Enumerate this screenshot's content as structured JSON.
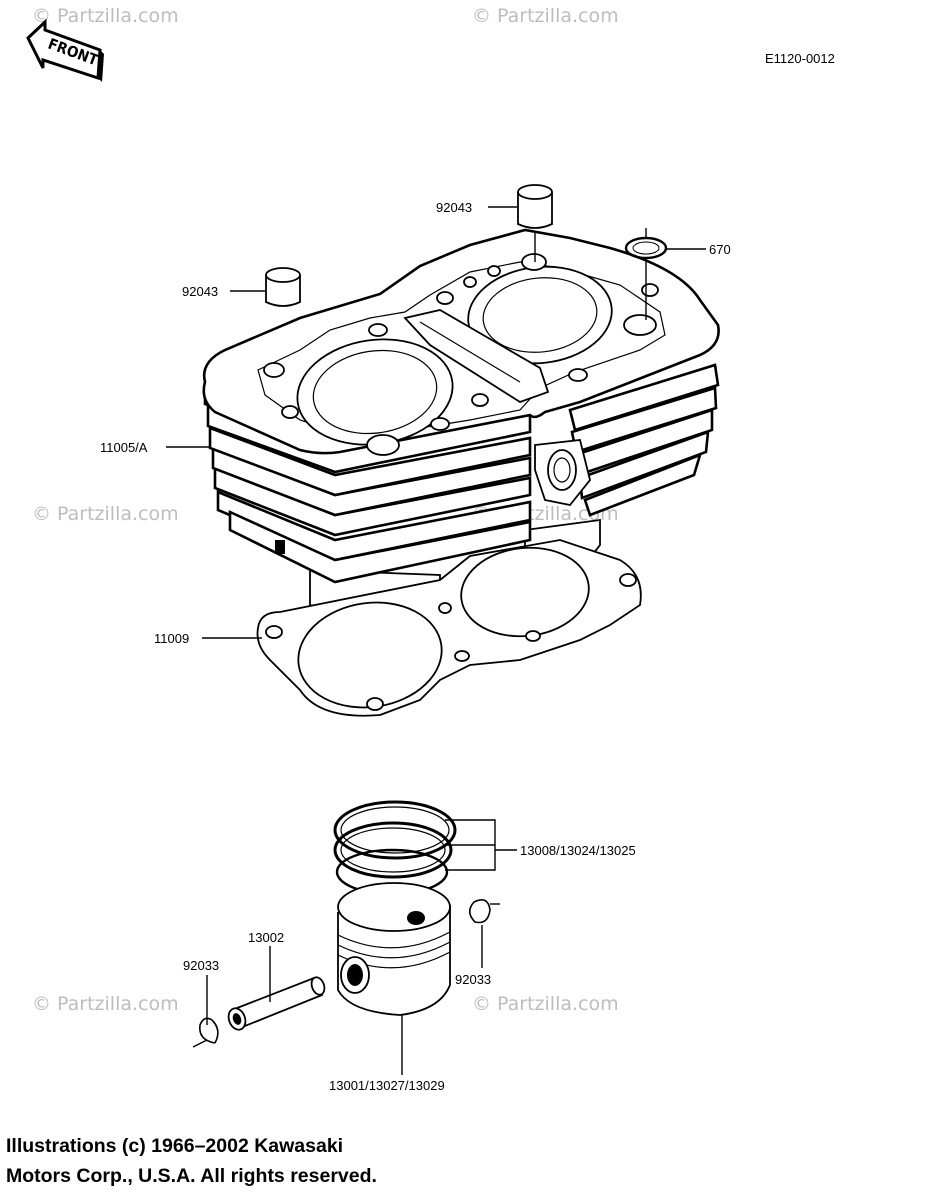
{
  "diagram": {
    "front_label": "FRONT",
    "figure_code": "E1120-0012",
    "watermark": "© Partzilla.com",
    "callouts": {
      "dowel_top": "92043",
      "dowel_left": "92043",
      "oring": "670",
      "cylinder": "11005/A",
      "base_gasket": "11009",
      "rings": "13008/13024/13025",
      "pin": "13002",
      "clip_left": "92033",
      "clip_right": "92033",
      "piston": "13001/13027/13029"
    }
  },
  "copyright": {
    "line1": "Illustrations (c) 1966–2002 Kawasaki",
    "line2": "Motors Corp., U.S.A.  All rights reserved."
  }
}
